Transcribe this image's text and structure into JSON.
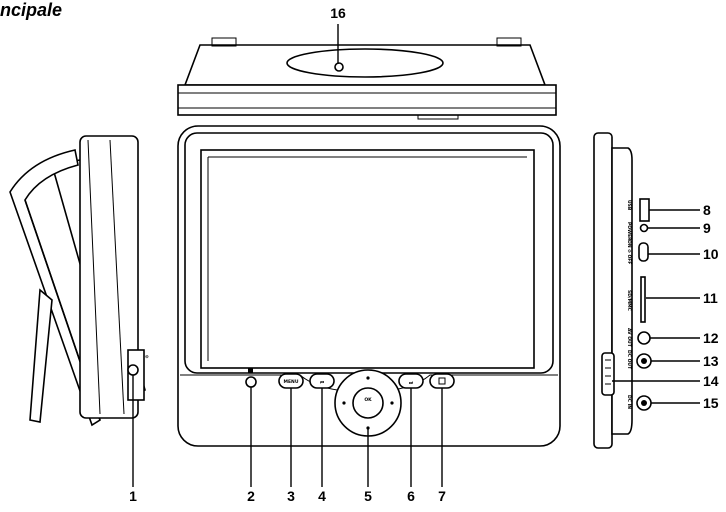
{
  "header": {
    "title": "ncipale"
  },
  "callouts": [
    "1",
    "2",
    "3",
    "4",
    "5",
    "6",
    "7",
    "8",
    "9",
    "10",
    "11",
    "12",
    "13",
    "14",
    "15",
    "16"
  ],
  "front_panel": {
    "menu_label": "MENU",
    "ok_label": "OK"
  },
  "side_panel": {
    "usb_label": "USB",
    "power_label": "POWER",
    "on_off_label": "ON ⊘ OFF",
    "card_label": "SD/MMC",
    "av_out_label": "AV OUT",
    "dc_out_label": "DC OUT",
    "dc_in_label": "DC IN"
  },
  "colors": {
    "line": "#000000",
    "fill": "#ffffff",
    "dark": "#1a1a1a"
  }
}
